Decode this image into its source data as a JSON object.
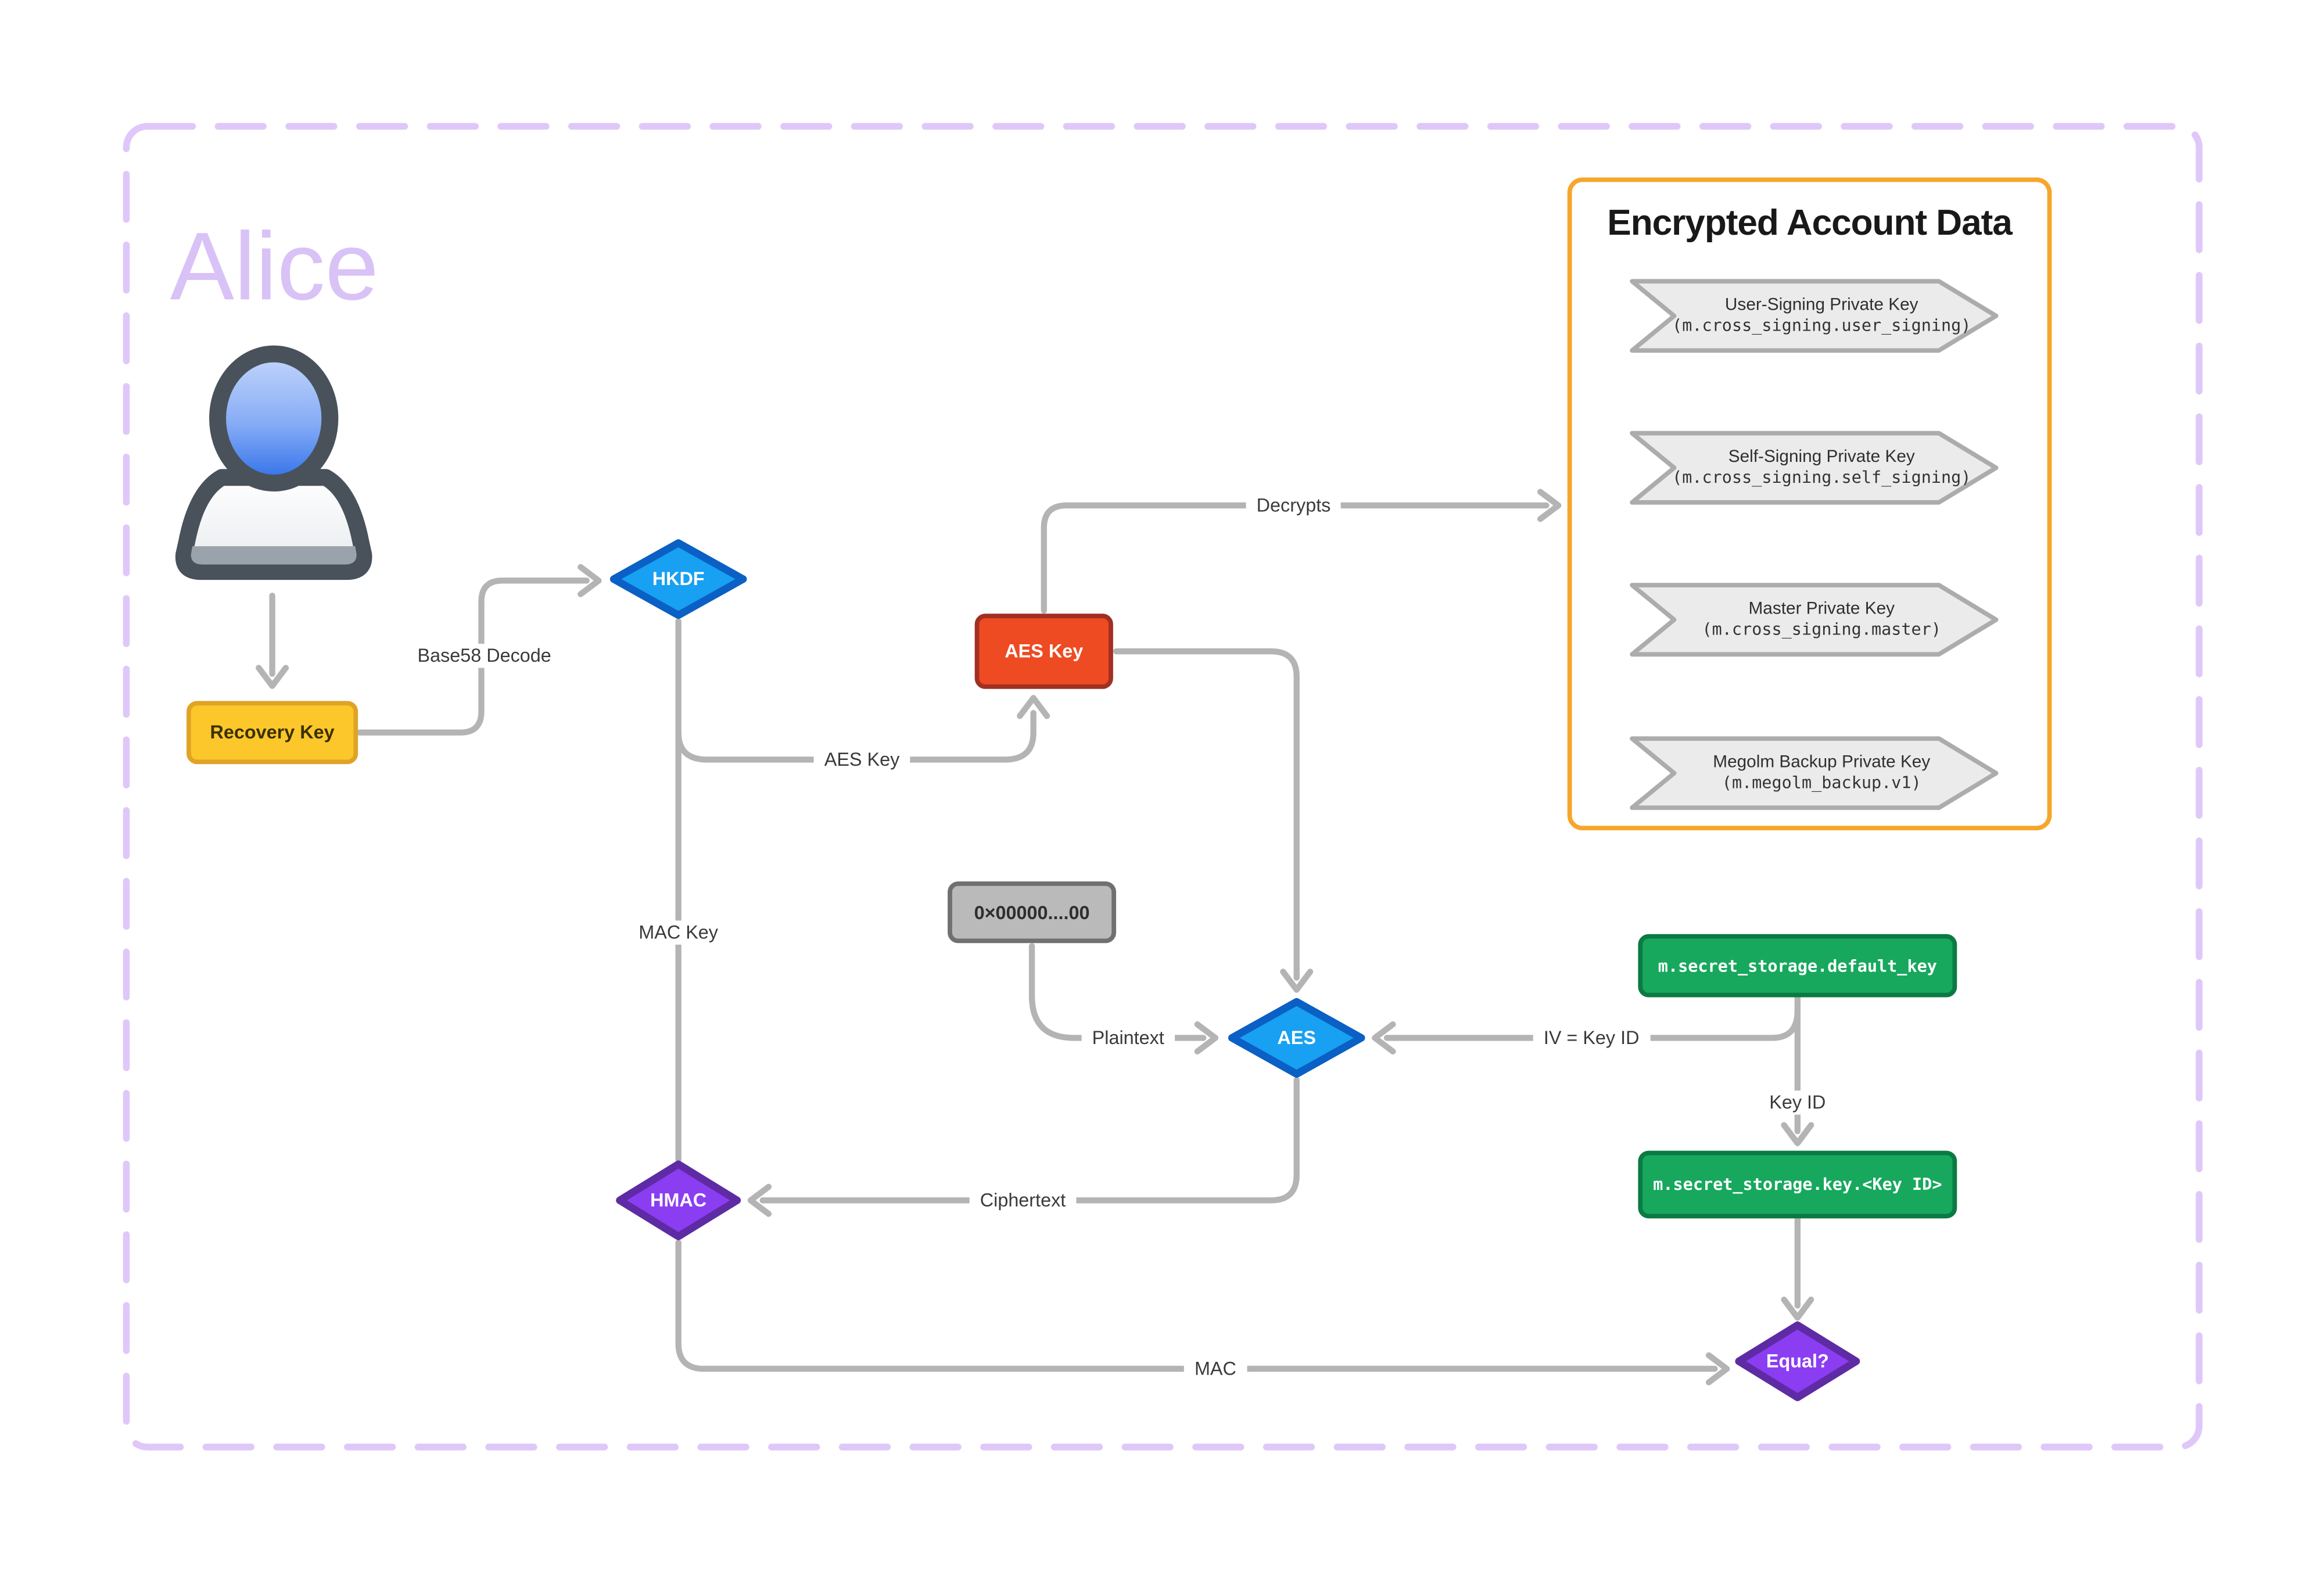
{
  "title": "Alice",
  "nodes": {
    "recovery_key": {
      "label": "Recovery Key"
    },
    "hkdf": {
      "label": "HKDF"
    },
    "aes_key": {
      "label": "AES Key"
    },
    "zero_iv": {
      "label": "0×00000....00"
    },
    "aes": {
      "label": "AES"
    },
    "hmac": {
      "label": "HMAC"
    },
    "default_key": {
      "label": "m.secret_storage.default_key"
    },
    "key_box": {
      "label": "m.secret_storage.key.<Key ID>"
    },
    "equal": {
      "label": "Equal?"
    }
  },
  "panel": {
    "title": "Encrypted Account Data",
    "items": [
      {
        "label": "User-Signing Private Key",
        "code": "(m.cross_signing.user_signing)"
      },
      {
        "label": "Self-Signing Private Key",
        "code": "(m.cross_signing.self_signing)"
      },
      {
        "label": "Master Private Key",
        "code": "(m.cross_signing.master)"
      },
      {
        "label": "Megolm Backup Private Key",
        "code": "(m.megolm_backup.v1)"
      }
    ]
  },
  "edges": {
    "base58": "Base58 Decode",
    "aes_key": "AES Key",
    "decrypts": "Decrypts",
    "mac_key": "MAC Key",
    "plaintext": "Plaintext",
    "iv_key_id": "IV = Key ID",
    "key_id": "Key ID",
    "ciphertext": "Ciphertext",
    "mac": "MAC"
  },
  "colors": {
    "blue_node": "#18A0F2",
    "blue_border": "#0A60C4",
    "purple_node": "#8B3DF2",
    "purple_border": "#5E2BA4",
    "red_node": "#EE4B23",
    "red_border": "#A03022",
    "yellow_node": "#FCC72B",
    "yellow_border": "#DFA326",
    "green_node": "#17A85D",
    "green_border": "#0B7A43",
    "gray_node": "#BABABA",
    "gray_border": "#707070",
    "panel_border": "#F6A62B",
    "wire": "#B4B4B4",
    "frame_dash": "#DFC8F9",
    "alice_text": "#D8C2F6"
  }
}
